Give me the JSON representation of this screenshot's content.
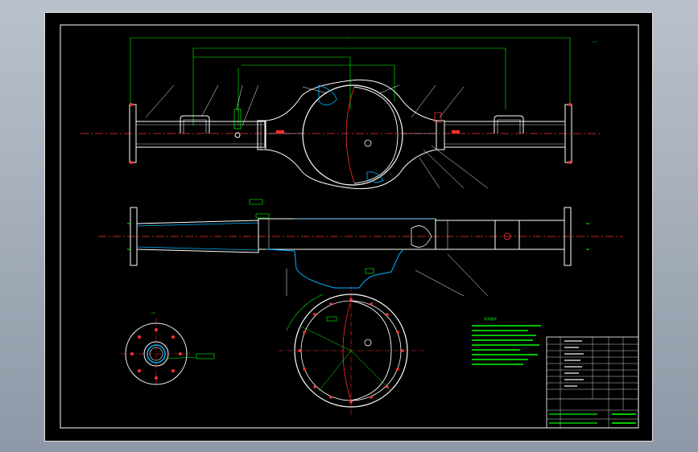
{
  "drawing": {
    "sheet_color": "#000000",
    "frame_color": "#ffffff",
    "dim_color": "#00ff00",
    "center_color": "#ff0000",
    "section_color": "#00b4ff",
    "part_color": "#ffffff",
    "views": [
      "top-view",
      "front-section-view",
      "end-flange-view",
      "cover-plate-view"
    ],
    "section_label": "A-A",
    "notes_title": "技术要求",
    "title_block": {
      "heading": "",
      "rows": 8
    }
  }
}
